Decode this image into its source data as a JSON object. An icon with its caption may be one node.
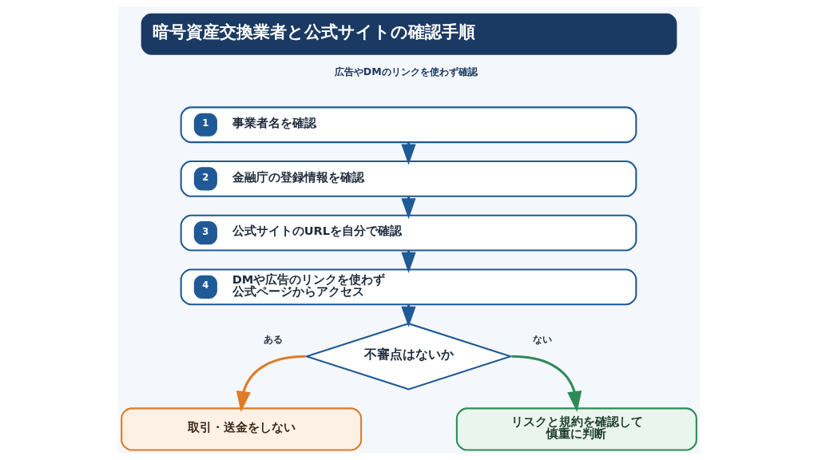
{
  "diagram": {
    "title": "暗号資産交換業者と公式サイトの確認手順",
    "nodes": [
      {
        "text": [
          "1",
          "事業者名を確認"
        ]
      },
      {
        "text": [
          "2",
          "金融庁の登録情報を確認"
        ]
      },
      {
        "text": [
          "3",
          "公式サイトのURLを自分で確認"
        ]
      },
      {
        "text": [
          "4",
          "DMや広告のリンクを使わず公式ページからアクセス"
        ]
      },
      {
        "text": [
          "不審点はないか"
        ]
      },
      {
        "text": [
          "取引・送金をしない"
        ]
      },
      {
        "text": [
          "リスクと規約を確認して慎重に判断"
        ]
      }
    ],
    "edges": [
      {
        "from": 0,
        "to": 1,
        "arrow": "to"
      },
      {
        "from": 1,
        "to": 2,
        "arrow": "to"
      },
      {
        "from": 2,
        "to": 3,
        "arrow": "to"
      },
      {
        "from": 3,
        "to": 4,
        "arrow": "to"
      },
      {
        "from": 4,
        "to": 5,
        "arrow": "to",
        "label": "ある",
        "color": "#e07b27"
      },
      {
        "from": 4,
        "to": 6,
        "arrow": "to",
        "label": "ない",
        "color": "#2e8b57"
      }
    ],
    "labels": [
      "広告やDMのリンクを使わず確認"
    ]
  }
}
